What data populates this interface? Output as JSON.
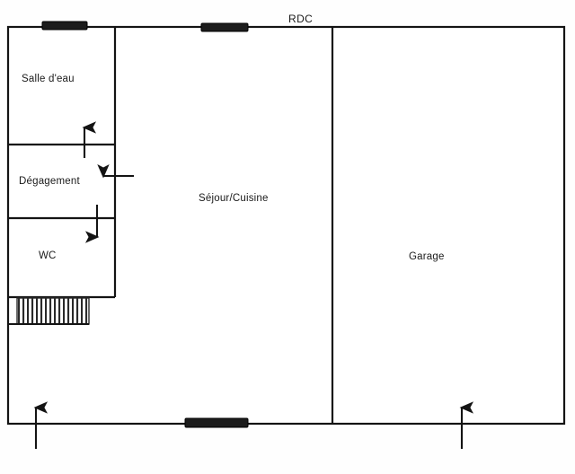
{
  "document": {
    "type": "floor-plan",
    "title": "RDC",
    "title_meaning_label": "RDC",
    "line_color": "#151515",
    "fill_color": "#ffffff",
    "opening_color": "#1c1c1c"
  },
  "rooms": [
    {
      "id": "salle-deau",
      "label": "Salle d'eau"
    },
    {
      "id": "degagement",
      "label": "Dégagement"
    },
    {
      "id": "wc",
      "label": "WC"
    },
    {
      "id": "sejour-cuisine",
      "label": "Séjour/Cuisine"
    },
    {
      "id": "garage",
      "label": "Garage"
    }
  ],
  "annotations": {
    "arrows": [
      {
        "id": "arrow-up-salle-deau",
        "direction": "up"
      },
      {
        "id": "arrow-left-degagement",
        "direction": "left"
      },
      {
        "id": "arrow-down-wc",
        "direction": "down"
      },
      {
        "id": "arrow-up-entry-left",
        "direction": "up"
      },
      {
        "id": "arrow-up-entry-garage",
        "direction": "up"
      }
    ],
    "openings": [
      {
        "id": "window-top-left",
        "wall": "top",
        "type": "window"
      },
      {
        "id": "window-top-center",
        "wall": "top",
        "type": "window"
      },
      {
        "id": "window-bottom-left",
        "wall": "bottom",
        "type": "window"
      }
    ],
    "features": [
      {
        "id": "staircase",
        "type": "stair-hatch",
        "steps": 16
      }
    ]
  }
}
